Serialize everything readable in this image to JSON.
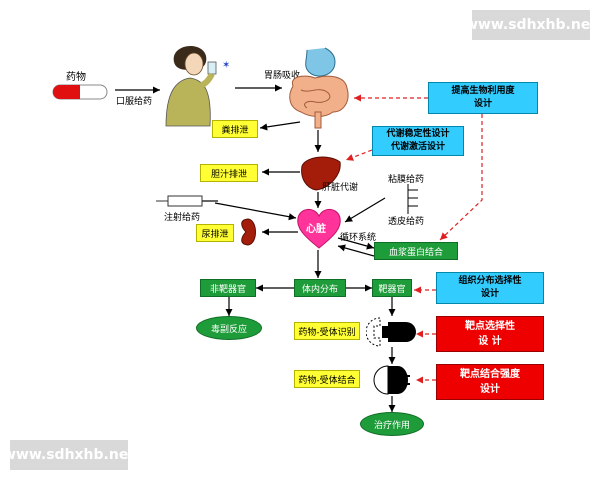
{
  "watermark_top": "www.sdhxhb.net",
  "watermark_bottom": "www.sdhxhb.net",
  "drug": {
    "label": "药物",
    "oral": "口服给药"
  },
  "gi_absorption": "胃肠吸收",
  "fecal_excretion": "粪排泄",
  "bile_excretion": "胆汁排泄",
  "injection": "注射给药",
  "urine_excretion": "尿排泄",
  "liver_metabolism": "肝脏代谢",
  "mucosal_admin": "粘膜给药",
  "transdermal_admin": "透皮给药",
  "heart": "心脏",
  "circulation": "循环系统",
  "plasma_protein": "血浆蛋白结合",
  "non_target": "非靶器官",
  "distribution": "体内分布",
  "target": "靶器官",
  "toxic_reaction": "毒副反应",
  "drug_receptor_recognition": "药物-受体识别",
  "drug_receptor_binding": "药物-受体结合",
  "therapeutic_effect": "治疗作用",
  "blue_boxes": {
    "bioavailability": [
      "提高生物利用度",
      "设计"
    ],
    "metabolism": [
      "代谢稳定性设计",
      "代谢激活设计"
    ],
    "tissue": [
      "组织分布选择性",
      "设计"
    ]
  },
  "red_boxes": {
    "selectivity": [
      "靶点选择性",
      "设 计"
    ],
    "affinity": [
      "靶点结合强度",
      "设计"
    ]
  },
  "colors": {
    "green": "#1f9c3a",
    "yellow": "#ffff33",
    "blue": "#33ccff",
    "red": "#ee0000",
    "heart": "#ff3399",
    "organ": "#a41d0a"
  },
  "icons": [
    "capsule-icon",
    "woman-drinking-icon",
    "stomach-icon",
    "liver-icon",
    "syringe-icon",
    "kidney-icon",
    "heart-icon",
    "patch-icon",
    "receptor-icon"
  ]
}
